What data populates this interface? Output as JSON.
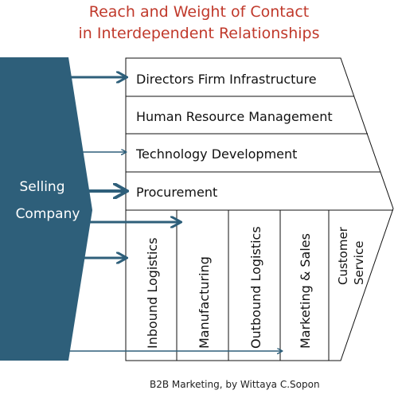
{
  "title": {
    "line1": "Reach and Weight of Contact",
    "line2": "in Interdependent Relationships"
  },
  "selling_company": {
    "line1": "Selling",
    "line2": "Company"
  },
  "support_activities": [
    "Directors Firm Infrastructure",
    "Human Resource Management",
    "Technology Development",
    "Procurement"
  ],
  "primary_activities": [
    "Inbound Logistics",
    "Manufacturing",
    "Outbound Logistics",
    "Marketing & Sales",
    "Customer Service"
  ],
  "footer": "B2B Marketing, by Wittaya C.Sopon",
  "colors": {
    "title": "#c0392b",
    "company": "#2e5f7a",
    "arrow": "#2e5f7a",
    "outline": "#111111"
  }
}
